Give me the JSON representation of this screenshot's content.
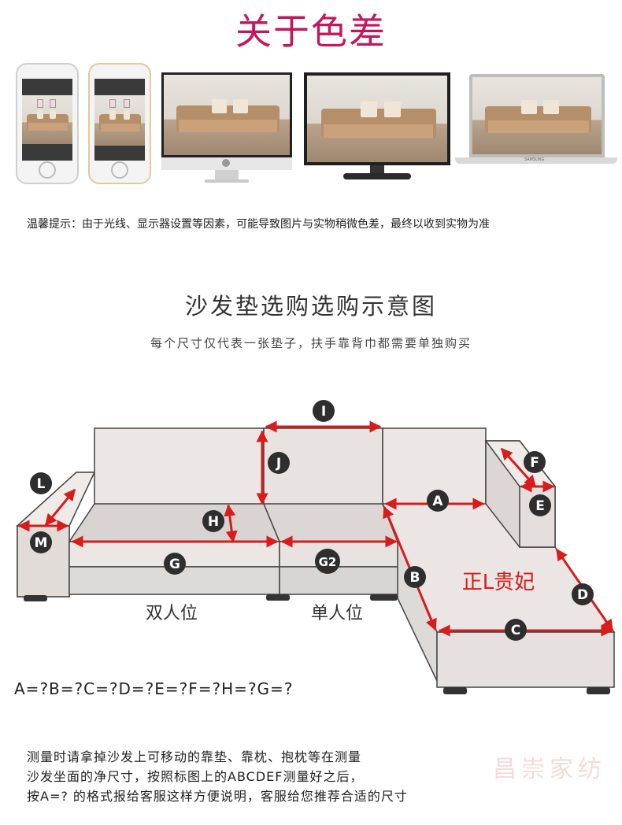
{
  "header": {
    "title": "关于色差"
  },
  "devices": [
    {
      "name": "phone-android"
    },
    {
      "name": "phone-iphone"
    },
    {
      "name": "imac"
    },
    {
      "name": "monitor"
    },
    {
      "name": "laptop",
      "brand": "SAMSUNG"
    }
  ],
  "tip": {
    "text": "温馨提示：由于光线、显示器设置等因素，可能导致图片与实物稍微色差，最终以收到实物为准"
  },
  "guide": {
    "title": "沙发垫选购选购示意图",
    "subtitle": "每个尺寸仅代表一张垫子，扶手靠背巾都需要单独购买"
  },
  "diagram": {
    "markers": {
      "I": "I",
      "J": "J",
      "F": "F",
      "L": "L",
      "A": "A",
      "E": "E",
      "H": "H",
      "M": "M",
      "G": "G",
      "G2": "G2",
      "B": "B",
      "D": "D",
      "C": "C"
    },
    "double_seat": "双人位",
    "single_seat": "单人位",
    "chaise": "正L贵妃"
  },
  "formula": "A=?B=?C=?D=?E=?F=?H=?G=?",
  "notes": [
    "测量时请拿掉沙发上可移动的靠垫、靠枕、抱枕等在测量",
    "沙发坐面的净尺寸，按照标图上的ABCDEF测量好之后，",
    "按A=? 的格式报给客服这样方便说明，客服给您推荐合适的尺寸"
  ],
  "watermark": "昌崇家纺",
  "colors": {
    "title": "#c2185b",
    "measure": "#d81b1b",
    "marker": "#2e2e2e",
    "sofa": "#ece7e5"
  }
}
